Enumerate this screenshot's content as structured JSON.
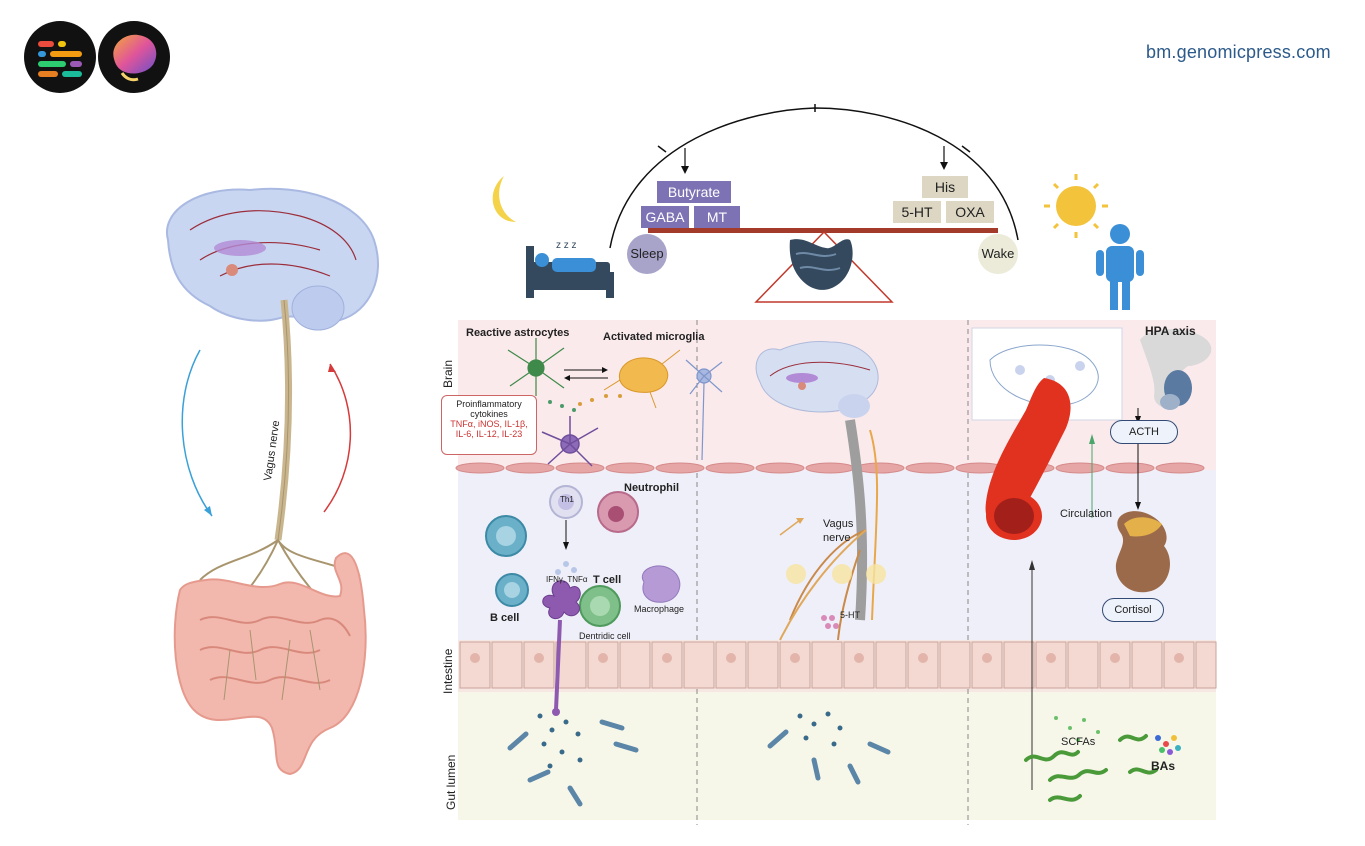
{
  "header": {
    "site_url": "bm.genomicpress.com",
    "logo_left_icon": "genomic-press-logo",
    "logo_right_icon": "brain-medicine-logo"
  },
  "left_figure": {
    "nerve_label": "Vagus nerve"
  },
  "balance": {
    "left_boxes": [
      "Butyrate",
      "GABA",
      "MT"
    ],
    "right_boxes": [
      "His",
      "5-HT",
      "OXA"
    ],
    "left_circle": "Sleep",
    "right_circle": "Wake"
  },
  "bands": {
    "brain": "Brain",
    "intestine": "Intestine",
    "gut_lumen": "Gut lumen"
  },
  "left_panel": {
    "reactive_astrocytes": "Reactive astrocytes",
    "activated_microglia": "Activated microglia",
    "cytokines_title": "Proinflammatory cytokines",
    "cytokines_line1": "TNFα, iNOS, IL-1β,",
    "cytokines_line2": "IL-6, IL-12, IL-23",
    "th1": "Th1",
    "neutrophil": "Neutrophil",
    "ifn": "IFNγ, TNFα",
    "t_cell": "T cell",
    "b_cell": "B cell",
    "macrophage": "Macrophage",
    "dendritic_cell": "Dentridic cell"
  },
  "middle_panel": {
    "vagus_nerve_line1": "Vagus",
    "vagus_nerve_line2": "nerve",
    "serotonin": "5-HT"
  },
  "right_panel": {
    "hpa_axis": "HPA  axis",
    "acth": "ACTH",
    "circulation": "Circulation",
    "cortisol": "Cortisol",
    "scfas": "SCFAs",
    "bas": "BAs"
  },
  "colors": {
    "url": "#2c5a8a",
    "brain_band": "#fbeaec",
    "mid_band": "#efeff9",
    "intestine_band": "#f6e7e3",
    "lumen_band": "#f6f7e9",
    "balance_bar": "#a33a2a",
    "purple_box": "#7d72b3",
    "tan_box": "#ddd6c3",
    "moon": "#f4d24a",
    "sun": "#f2c33b",
    "person": "#3a8fd6"
  }
}
